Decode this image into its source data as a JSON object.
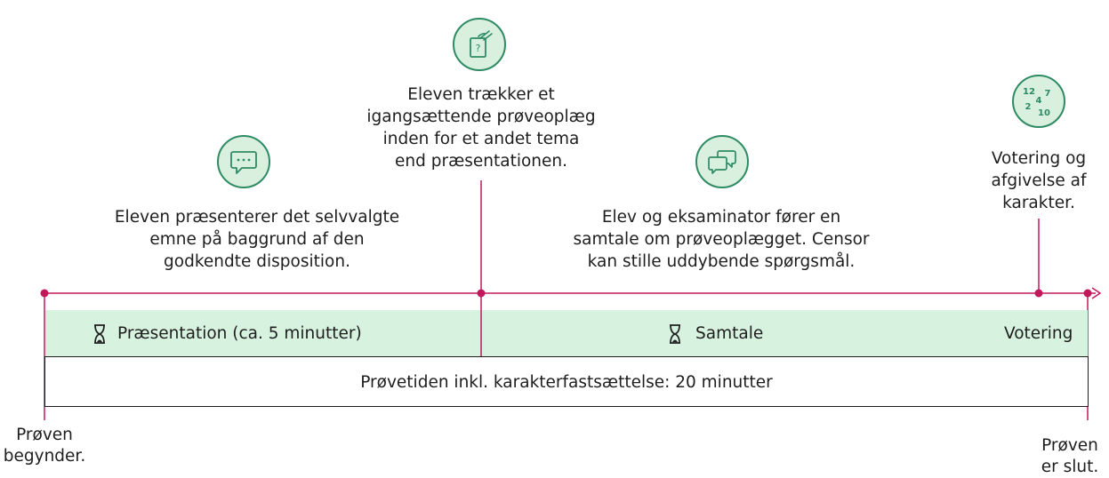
{
  "stages": [
    {
      "icon": "speech-bubble-icon",
      "description": "Eleven præsenterer det selvvalgte\nemne på baggrund af den\ngodkendte disposition."
    },
    {
      "icon": "question-card-draw-icon",
      "description": "Eleven trækker et\nigangsættende prøveoplæg\ninden for et andet tema\nend præsentationen."
    },
    {
      "icon": "conversation-bubbles-icon",
      "description": "Elev og eksaminator fører en\nsamtale om prøveoplægget. Censor\nkan stille uddybende spørgsmål."
    },
    {
      "icon": "grades-icon",
      "description": "Votering og\nafgivelse af\nkarakter.",
      "grades": [
        "12",
        "7",
        "4",
        "2",
        "10"
      ]
    }
  ],
  "phases": {
    "presentation": "Præsentation (ca. 5 minutter)",
    "conversation": "Samtale",
    "voting": "Votering"
  },
  "total_label": "Prøvetiden inkl. karakterfastsættelse: 20 minutter",
  "start_label": "Prøven\nbegynder.",
  "end_label": "Prøven\ner slut.",
  "colors": {
    "accent_line": "#c2185b",
    "icon_green": "#2e8b63",
    "icon_fill": "#d9f0df",
    "band_fill": "#d7f2df"
  }
}
